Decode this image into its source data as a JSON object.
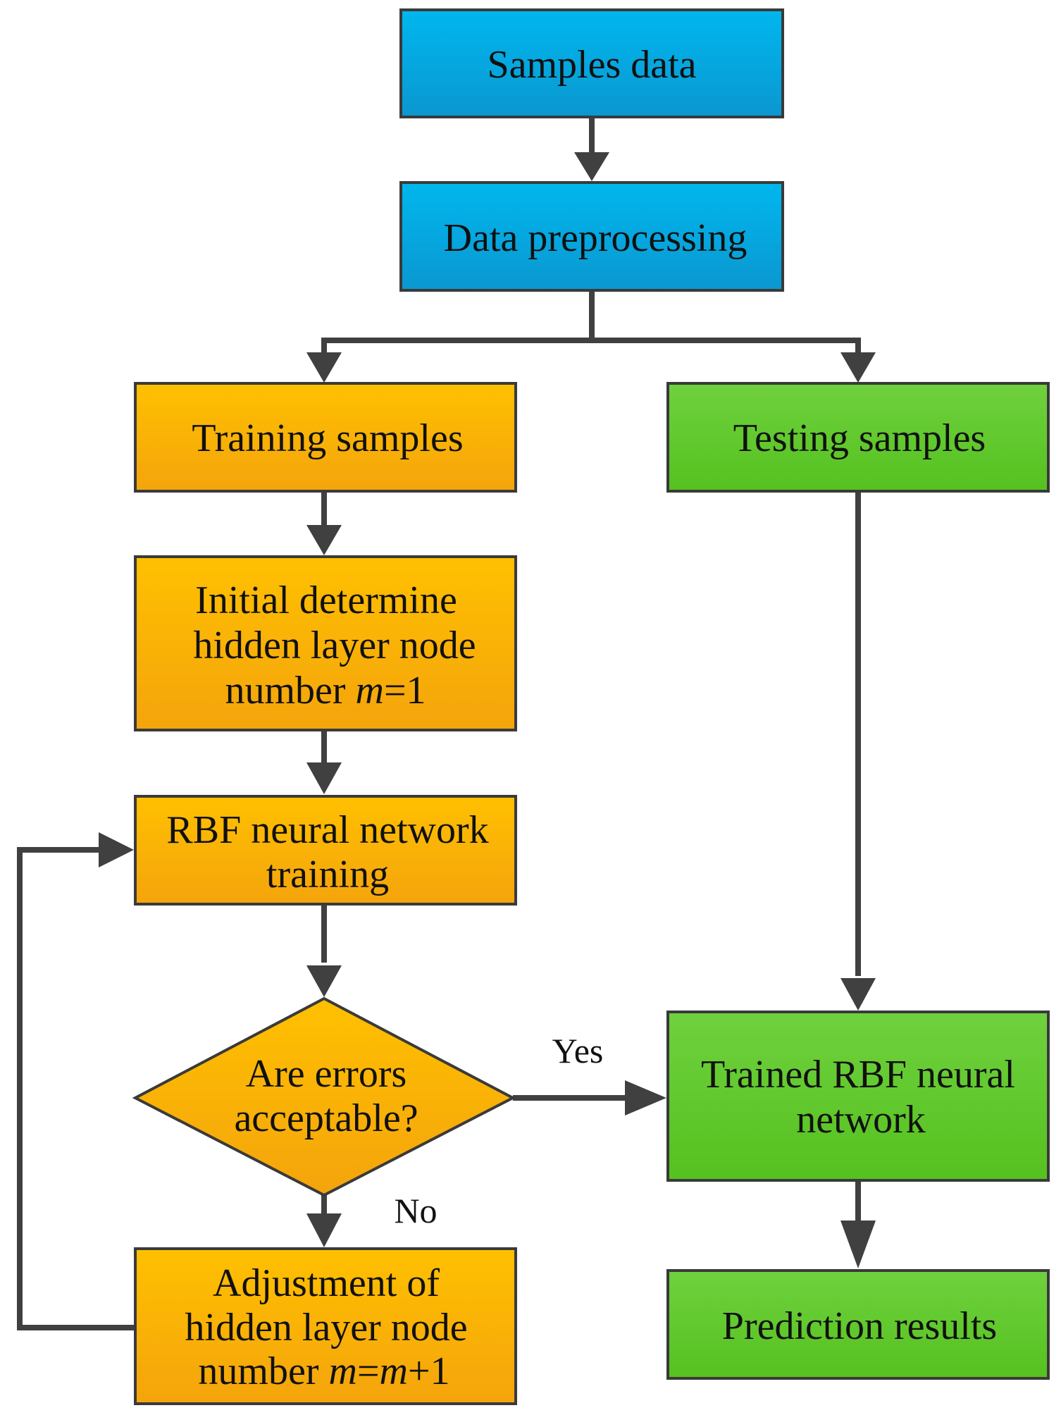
{
  "colors": {
    "blue_top": "#00b7ee",
    "blue_bottom": "#0b97d0",
    "orange_top": "#ffc000",
    "orange_bottom": "#f4a40c",
    "green_top": "#6fd13e",
    "green_bottom": "#55c11f",
    "arrow": "#404040",
    "border": "#3a3a3a"
  },
  "nodes": {
    "samples_data": {
      "lines": [
        "Samples data"
      ]
    },
    "data_preprocessing": {
      "lines": [
        "Data preprocessing"
      ]
    },
    "training_samples": {
      "lines": [
        "Training samples"
      ]
    },
    "testing_samples": {
      "lines": [
        "Testing samples"
      ]
    },
    "initial_determine": {
      "line1": "Initial determine",
      "line2": "hidden layer node",
      "line3_prefix": "number ",
      "line3_var": "m",
      "line3_suffix": "=1"
    },
    "rbf_training": {
      "lines": [
        "RBF neural network",
        "training"
      ]
    },
    "errors_decision": {
      "lines": [
        "Are errors",
        "acceptable?"
      ]
    },
    "adjustment": {
      "line1": "Adjustment of",
      "line2": "hidden layer node",
      "line3_prefix": "number ",
      "line3_var1": "m",
      "line3_eq": "=",
      "line3_var2": "m",
      "line3_suffix": "+1"
    },
    "trained_rbf": {
      "lines": [
        "Trained RBF neural",
        "network"
      ]
    },
    "prediction_results": {
      "lines": [
        "Prediction results"
      ]
    }
  },
  "edges": {
    "yes_label": "Yes",
    "no_label": "No"
  }
}
